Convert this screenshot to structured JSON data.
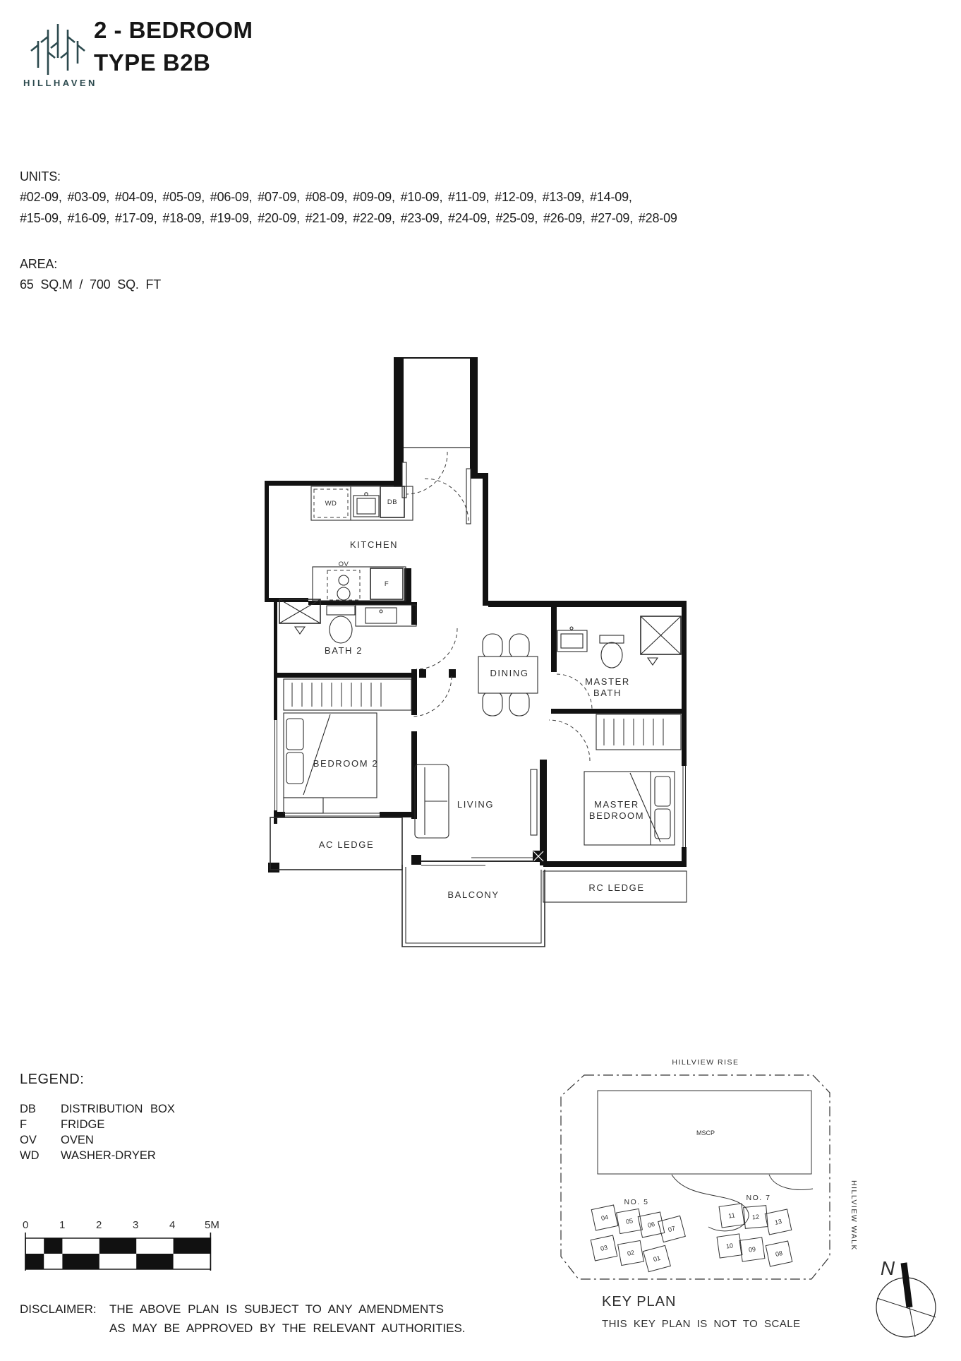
{
  "header": {
    "brand": "HILLHAVEN",
    "title_line1": "2 - BEDROOM",
    "title_line2": "TYPE B2B"
  },
  "units": {
    "heading": "UNITS:",
    "line1": "#02-09, #03-09, #04-09, #05-09, #06-09, #07-09, #08-09, #09-09, #10-09, #11-09, #12-09, #13-09, #14-09,",
    "line2": "#15-09, #16-09, #17-09, #18-09, #19-09, #20-09, #21-09, #22-09, #23-09, #24-09, #25-09, #26-09, #27-09, #28-09"
  },
  "area": {
    "heading": "AREA:",
    "value": "65 SQ.M / 700 SQ. FT"
  },
  "plan": {
    "rooms": {
      "kitchen": "KITCHEN",
      "bath2": "BATH 2",
      "dining": "DINING",
      "master_bath_l1": "MASTER",
      "master_bath_l2": "BATH",
      "bedroom2": "BEDROOM 2",
      "living": "LIVING",
      "master_bedroom_l1": "MASTER",
      "master_bedroom_l2": "BEDROOM",
      "ac_ledge": "AC LEDGE",
      "balcony": "BALCONY",
      "rc_ledge": "RC LEDGE"
    },
    "fixtures": {
      "wd": "WD",
      "db": "DB",
      "ov": "OV",
      "f": "F"
    }
  },
  "legend": {
    "heading": "LEGEND:",
    "items": [
      {
        "abbr": "DB",
        "desc": "DISTRIBUTION BOX"
      },
      {
        "abbr": "F",
        "desc": "FRIDGE"
      },
      {
        "abbr": "OV",
        "desc": "OVEN"
      },
      {
        "abbr": "WD",
        "desc": "WASHER-DRYER"
      }
    ]
  },
  "scale_bar": {
    "labels": [
      "0",
      "1",
      "2",
      "3",
      "4",
      "5M"
    ]
  },
  "disclaimer": {
    "label": "DISCLAIMER:",
    "line1": "THE ABOVE PLAN IS SUBJECT TO ANY AMENDMENTS",
    "line2": "AS MAY BE APPROVED BY THE RELEVANT AUTHORITIES."
  },
  "keyplan": {
    "road_top": "HILLVIEW RISE",
    "road_right": "HILLVIEW WALK",
    "mscp": "MSCP",
    "cluster5": "NO. 5",
    "cluster7": "NO. 7",
    "blocks5": [
      "04",
      "05",
      "06",
      "07",
      "03",
      "02",
      "01"
    ],
    "blocks7": [
      "11",
      "12",
      "13",
      "10",
      "09",
      "08"
    ],
    "highlighted_block": "09",
    "highlight_color": "#cbbfa0",
    "compass": "N",
    "heading": "KEY PLAN",
    "note": "THIS KEY PLAN IS NOT TO SCALE"
  }
}
